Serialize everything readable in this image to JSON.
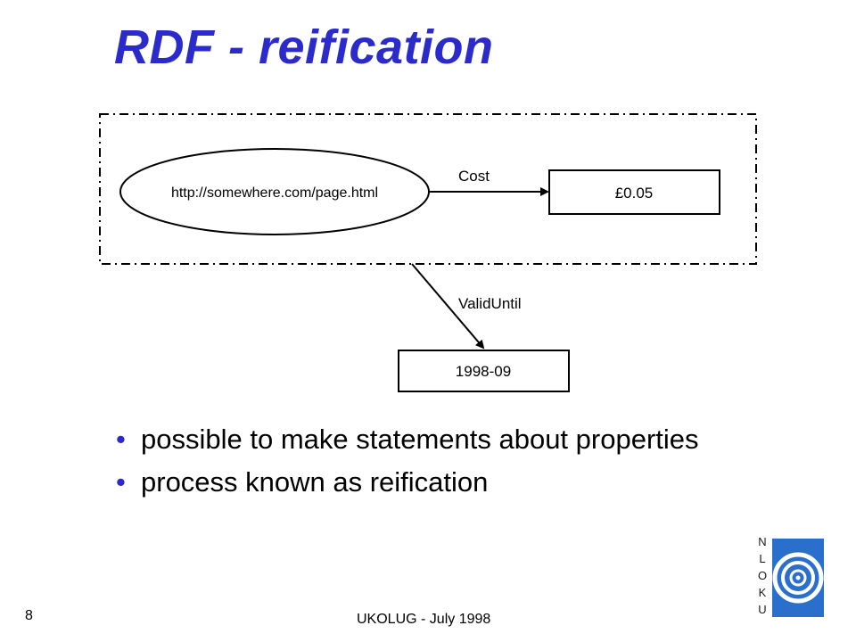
{
  "slide": {
    "title": "RDF - reification",
    "page_number": "8",
    "footer": "UKOLUG - July 1998"
  },
  "diagram": {
    "resource": "http://somewhere.com/page.html",
    "property": "Cost",
    "value": "£0.05",
    "reified_property": "ValidUntil",
    "reified_value": "1998-09"
  },
  "bullets": [
    "possible to make statements about properties",
    "process known as reification"
  ],
  "logo": {
    "letters": [
      "N",
      "L",
      "O",
      "K",
      "U"
    ],
    "color": "#2b6fcc"
  }
}
